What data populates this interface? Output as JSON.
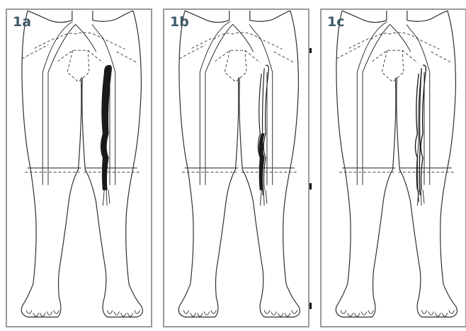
{
  "panels": [
    {
      "label": "1a",
      "vein_style": "filled"
    },
    {
      "label": "1b",
      "vein_style": "partial"
    },
    {
      "label": "1c",
      "vein_style": "outline"
    }
  ],
  "colors": {
    "frame": "#9a9a9a",
    "label": "#3e5a68",
    "line": "#2a2a2a",
    "vein": "#1a1a1a"
  }
}
